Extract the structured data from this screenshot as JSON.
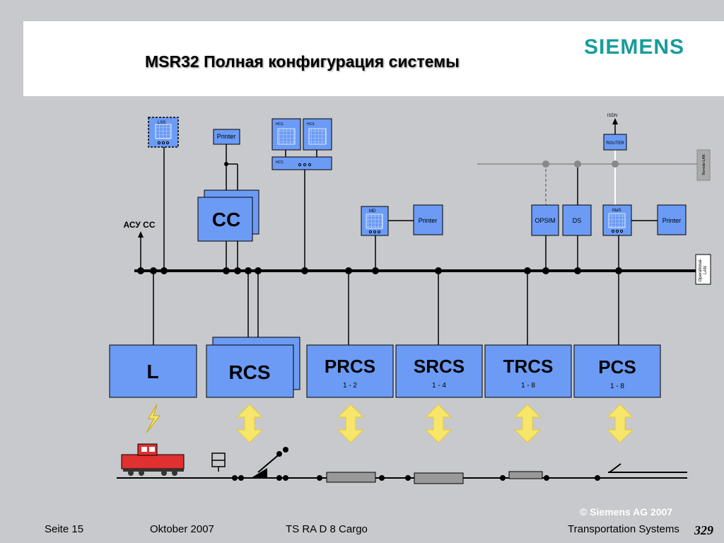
{
  "slide": {
    "title": "MSR32 Полная конфигурация системы",
    "logo": "SIEMENS",
    "colors": {
      "box": "#6b9bf5",
      "bus": "#000000",
      "arrow": "#f7e66a",
      "header": "#ffffff",
      "background": "#c8c9cc",
      "logo": "#179c9b",
      "track_item": "#999999",
      "loco": "#e03030"
    }
  },
  "diagram": {
    "lss": "LSS",
    "printer_top": "Printer",
    "hcs1": "HCS",
    "hcs2": "HCS",
    "hcs3": "HCS",
    "isdn": "ISDN",
    "router": "ROUTER",
    "remote_lan": "Remote-LAN",
    "cc": "CC",
    "asu": "АСУ СС",
    "md": "MD",
    "printer_md": "Printer",
    "opsim": "OPSIM",
    "ds": "DS",
    "mas": "MaS",
    "printer_mas": "Printer",
    "operational_lan_1": "Operational-",
    "operational_lan_2": "LAN",
    "subsystems": [
      {
        "name": "L",
        "range": ""
      },
      {
        "name": "RCS",
        "range": ""
      },
      {
        "name": "PRCS",
        "range": "1 - 2"
      },
      {
        "name": "SRCS",
        "range": "1 - 4"
      },
      {
        "name": "TRCS",
        "range": "1 - 8"
      },
      {
        "name": "PCS",
        "range": "1 - 8"
      }
    ]
  },
  "footer": {
    "page": "Seite 15",
    "date": "Oktober 2007",
    "dept": "TS RA D 8 Cargo",
    "division": "Transportation Systems",
    "copyright": "© Siemens AG 2007",
    "page_number": "329"
  }
}
